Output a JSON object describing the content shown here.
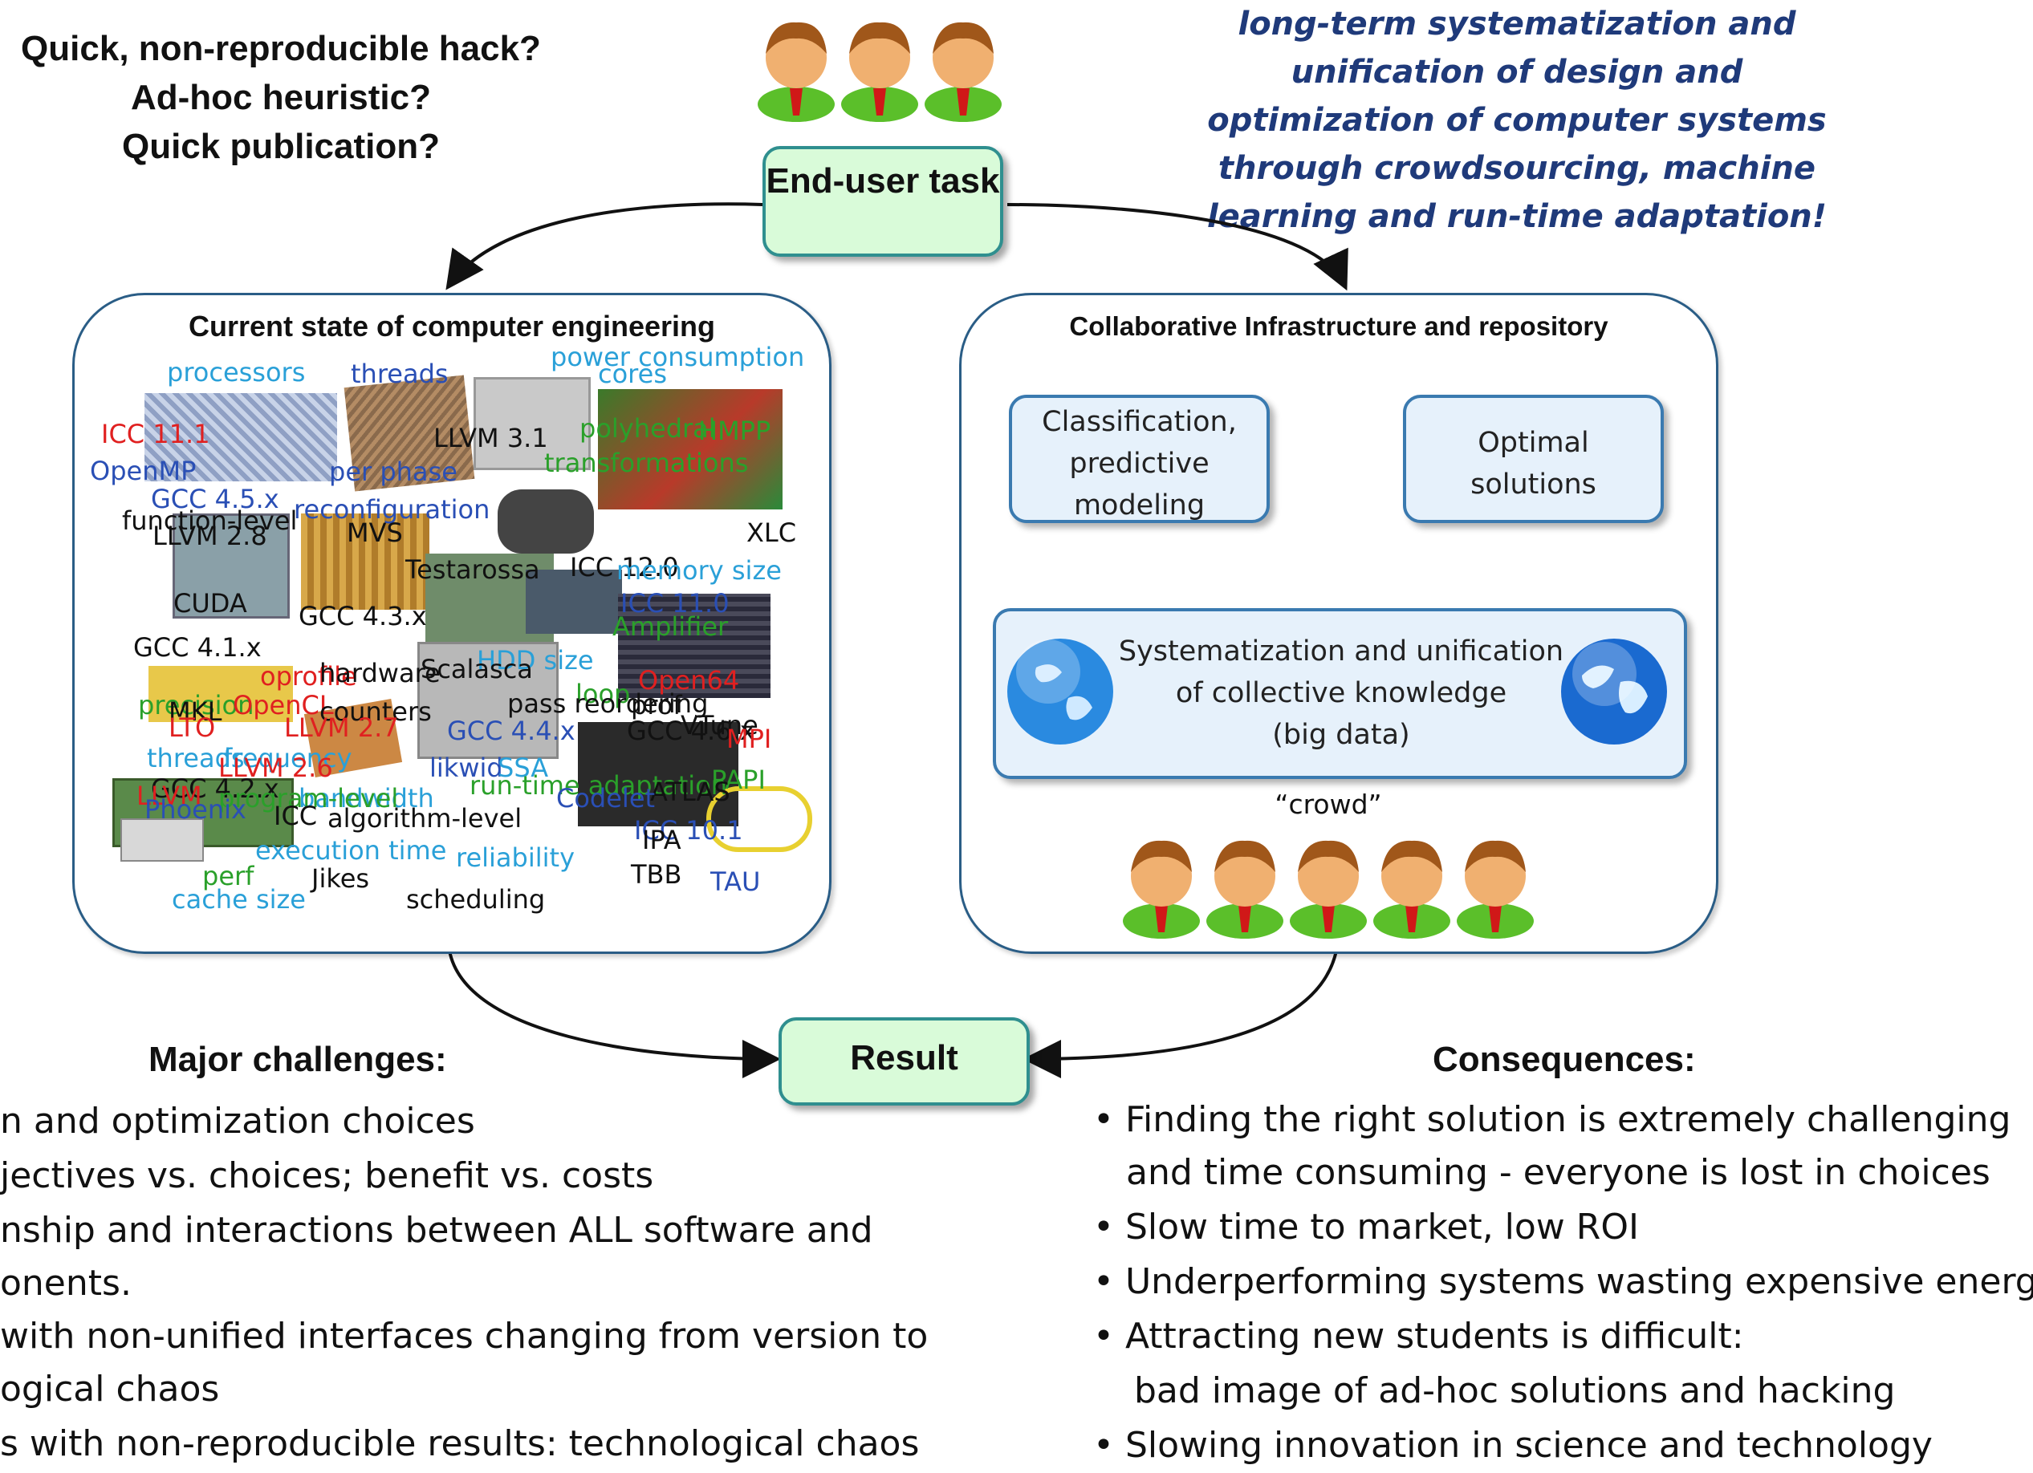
{
  "question_lines": [
    "Quick, non-reproducible hack?",
    "Ad-hoc heuristic?",
    "Quick publication?"
  ],
  "motto_lines": [
    "long-term systematization and",
    "unification of design and",
    "optimization of computer systems",
    "through crowdsourcing, machine",
    "learning and run-time adaptation!"
  ],
  "end_user_task": "End-user task",
  "result": "Result",
  "left_panel": {
    "title": "Current state of computer engineering",
    "words": [
      {
        "text": "processors",
        "color": "#2aa0d8"
      },
      {
        "text": "threads",
        "color": "#2a4fb5"
      },
      {
        "text": "power consumption",
        "color": "#2aa0d8"
      },
      {
        "text": "cores",
        "color": "#2aa0d8"
      },
      {
        "text": "ICC 11.1",
        "color": "#e02020"
      },
      {
        "text": "LLVM 3.1",
        "color": "#111111"
      },
      {
        "text": "polyhedral",
        "color": "#2aa02a"
      },
      {
        "text": "HMPP",
        "color": "#2aa02a"
      },
      {
        "text": "OpenMP",
        "color": "#2a4fb5"
      },
      {
        "text": "per phase",
        "color": "#2a4fb5"
      },
      {
        "text": "transformations",
        "color": "#2aa02a"
      },
      {
        "text": "GCC 4.5.x",
        "color": "#2a4fb5"
      },
      {
        "text": "reconfiguration",
        "color": "#2a4fb5"
      },
      {
        "text": "function-level",
        "color": "#111111"
      },
      {
        "text": "LLVM 2.8",
        "color": "#111111"
      },
      {
        "text": "MVS",
        "color": "#111111"
      },
      {
        "text": "XLC",
        "color": "#111111"
      },
      {
        "text": "Testarossa",
        "color": "#111111"
      },
      {
        "text": "ICC 12.0",
        "color": "#111111"
      },
      {
        "text": "memory size",
        "color": "#2aa0d8"
      },
      {
        "text": "CUDA",
        "color": "#111111"
      },
      {
        "text": "GCC 4.3.x",
        "color": "#111111"
      },
      {
        "text": "ICC 11.0",
        "color": "#2a4fb5"
      },
      {
        "text": "Amplifier",
        "color": "#2aa02a"
      },
      {
        "text": "GCC 4.1.x",
        "color": "#111111"
      },
      {
        "text": "HDD size",
        "color": "#2aa0d8"
      },
      {
        "text": "oprofile",
        "color": "#e02020"
      },
      {
        "text": "hardware",
        "color": "#111111"
      },
      {
        "text": "Scalasca",
        "color": "#111111"
      },
      {
        "text": "Open64",
        "color": "#e02020"
      },
      {
        "text": "loop",
        "color": "#2aa02a"
      },
      {
        "text": "precision",
        "color": "#2aa02a"
      },
      {
        "text": "MKL",
        "color": "#111111"
      },
      {
        "text": "OpenCL",
        "color": "#e02020"
      },
      {
        "text": "counters",
        "color": "#111111"
      },
      {
        "text": "pass reordering",
        "color": "#111111"
      },
      {
        "text": "prof",
        "color": "#111111"
      },
      {
        "text": "LTO",
        "color": "#e02020"
      },
      {
        "text": "LLVM 2.7",
        "color": "#e02020"
      },
      {
        "text": "GCC 4.4.x",
        "color": "#2a4fb5"
      },
      {
        "text": "GCC 4.6.x",
        "color": "#111111"
      },
      {
        "text": "VTune",
        "color": "#111111"
      },
      {
        "text": "MPI",
        "color": "#e02020"
      },
      {
        "text": "threads",
        "color": "#2aa0d8"
      },
      {
        "text": "frequency",
        "color": "#2aa0d8"
      },
      {
        "text": "LLVM 2.6",
        "color": "#e02020"
      },
      {
        "text": "likwid",
        "color": "#2a4fb5"
      },
      {
        "text": "SSA",
        "color": "#2aa0d8"
      },
      {
        "text": "PAPI",
        "color": "#2aa02a"
      },
      {
        "text": "GCC 4.2.x",
        "color": "#111111"
      },
      {
        "text": "bandwidth",
        "color": "#2aa0d8"
      },
      {
        "text": "run-time adaptation",
        "color": "#2aa02a"
      },
      {
        "text": "ATLAS",
        "color": "#111111"
      },
      {
        "text": "LLVM",
        "color": "#e02020"
      },
      {
        "text": "program-level",
        "color": "#2aa02a"
      },
      {
        "text": "Codelet",
        "color": "#2a4fb5"
      },
      {
        "text": "Phoenix",
        "color": "#2a4fb5"
      },
      {
        "text": "ICC",
        "color": "#111111"
      },
      {
        "text": "algorithm-level",
        "color": "#111111"
      },
      {
        "text": "ICC 10.1",
        "color": "#2a4fb5"
      },
      {
        "text": "IPA",
        "color": "#111111"
      },
      {
        "text": "execution time",
        "color": "#2aa0d8"
      },
      {
        "text": "reliability",
        "color": "#2aa0d8"
      },
      {
        "text": "perf",
        "color": "#2aa02a"
      },
      {
        "text": "Jikes",
        "color": "#111111"
      },
      {
        "text": "TBB",
        "color": "#111111"
      },
      {
        "text": "TAU",
        "color": "#2a4fb5"
      },
      {
        "text": "cache size",
        "color": "#2aa0d8"
      },
      {
        "text": "scheduling",
        "color": "#111111"
      }
    ]
  },
  "right_panel": {
    "title": "Collaborative Infrastructure and repository",
    "classification": [
      "Classification,",
      "predictive",
      "modeling"
    ],
    "optimal": [
      "Optimal",
      "solutions"
    ],
    "systematization": [
      "Systematization and unification",
      "of collective knowledge",
      "(big data)"
    ],
    "crowd": "“crowd”"
  },
  "challenges": {
    "heading": "Major challenges:",
    "lines": [
      "n and optimization choices",
      "jectives vs. choices; benefit vs. costs",
      "nship and interactions between ALL software and",
      "onents.",
      "with non-unified interfaces changing from version to",
      "ogical chaos",
      "s with non-reproducible results: technological chaos"
    ]
  },
  "consequences": {
    "heading": "Consequences:",
    "lines": [
      "• Finding the right solution is extremely challenging",
      "and time consuming - everyone is lost in choices",
      "• Slow time to market, low ROI",
      "• Underperforming systems wasting expensive energy",
      "• Attracting new students is difficult:",
      "bad image of ad-hoc solutions and hacking",
      "• Slowing innovation in science and technology"
    ]
  }
}
